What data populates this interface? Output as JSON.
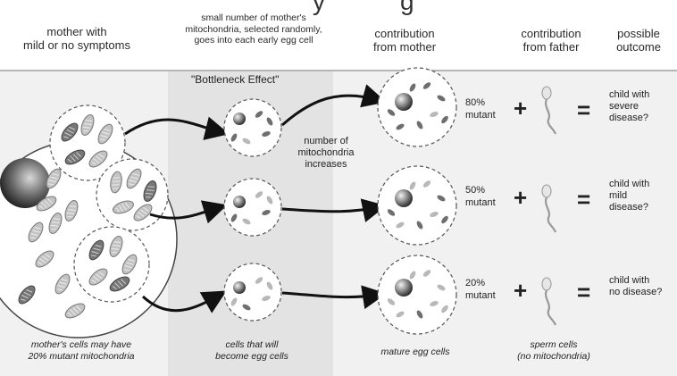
{
  "headers": {
    "title_fragment": "y",
    "title_tail": "g",
    "mother": "mother with\nmild or no symptoms",
    "selection": "small number of mother's\nmitochondria, selected randomly,\ngoes into each early egg cell",
    "from_mother": "contribution\nfrom mother",
    "from_father": "contribution\nfrom father",
    "outcome": "possible\noutcome"
  },
  "bottleneck_label": "\"Bottleneck Effect\"",
  "increase_label": "number of\nmitochondria\nincreases",
  "rows": [
    {
      "percent": "80%\nmutant",
      "plus": "+",
      "equals": "=",
      "outcome": "child with\nsevere\ndisease?"
    },
    {
      "percent": "50%\nmutant",
      "plus": "+",
      "equals": "=",
      "outcome": "child with\nmild\ndisease?"
    },
    {
      "percent": "20%\nmutant",
      "plus": "+",
      "equals": "=",
      "outcome": "child with\nno disease?"
    }
  ],
  "captions": {
    "mother_cells": "mother's cells may have\n20% mutant mitochondria",
    "egg_precursors": "cells that will\nbecome egg cells",
    "mature_eggs": "mature egg cells",
    "sperm": "sperm cells\n(no mitochondria)"
  },
  "colors": {
    "band": "#f1f1f1",
    "band_center": "#e3e3e3",
    "arrow": "#111111",
    "mito_dark": "#6f6f6f",
    "mito_light": "#bdbdbd"
  },
  "icons": [
    "nucleus-icon",
    "mitochondrion-icon",
    "sperm-icon",
    "plus-icon",
    "equals-icon",
    "arrow-icon"
  ]
}
